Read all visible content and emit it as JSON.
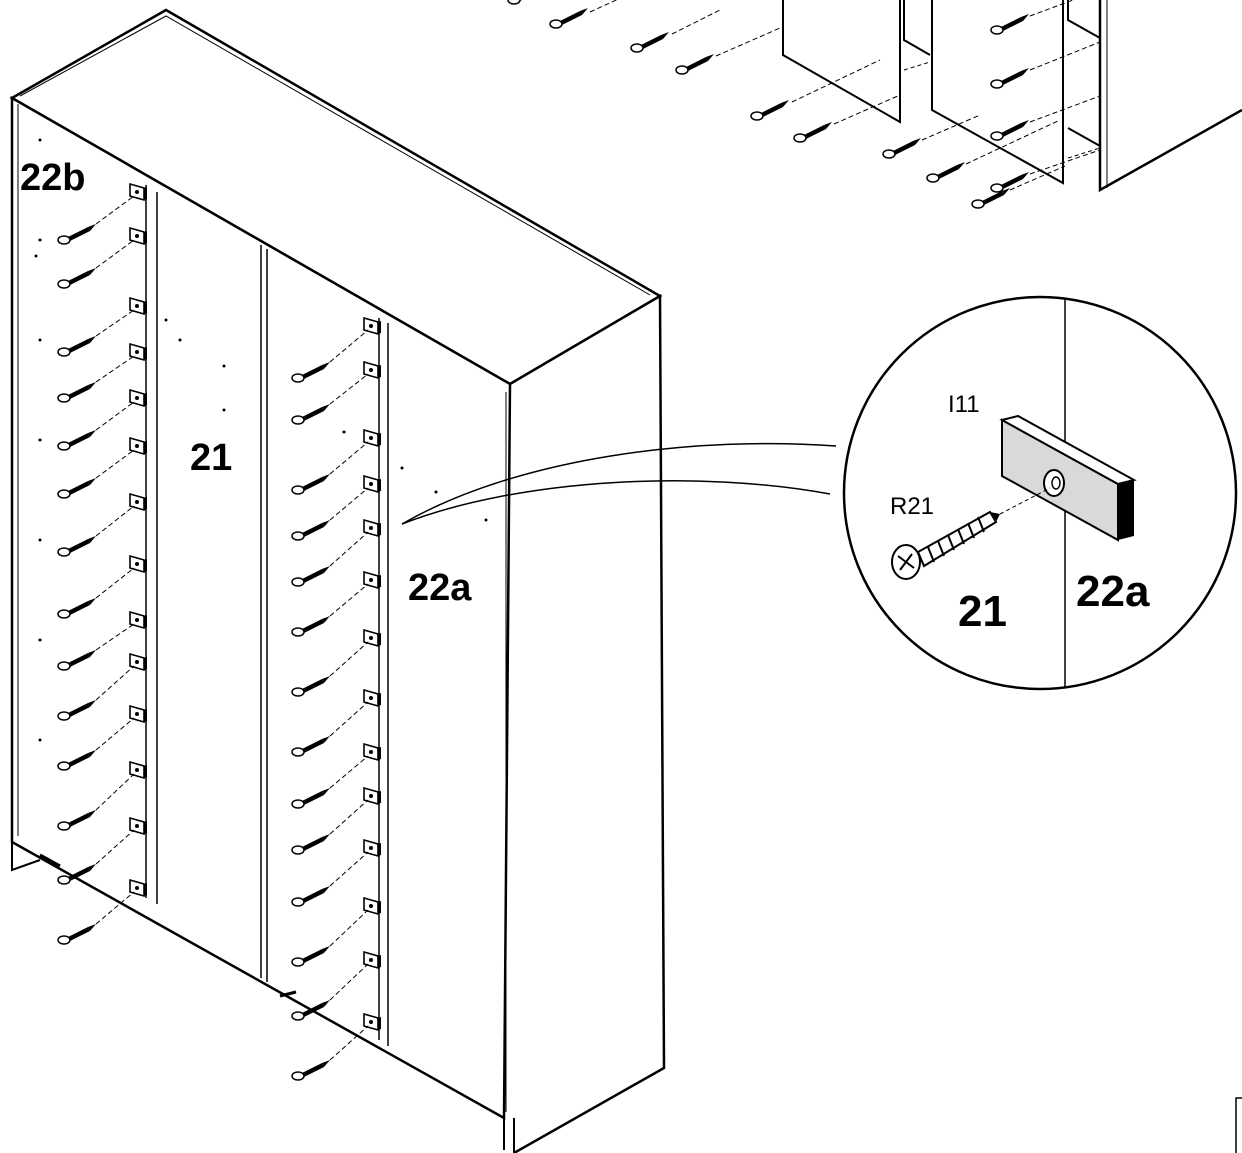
{
  "labels": {
    "panel_22b": "22b",
    "panel_21": "21",
    "panel_22a": "22a",
    "detail_part_i11": "I11",
    "detail_part_r21": "R21",
    "detail_panel_21": "21",
    "detail_panel_22a": "22a"
  },
  "icons": {
    "screw": "screw-icon",
    "bracket": "bracket-icon"
  },
  "colors": {
    "ink": "#000000",
    "paper": "#ffffff",
    "shade": "#d9d9d9"
  }
}
